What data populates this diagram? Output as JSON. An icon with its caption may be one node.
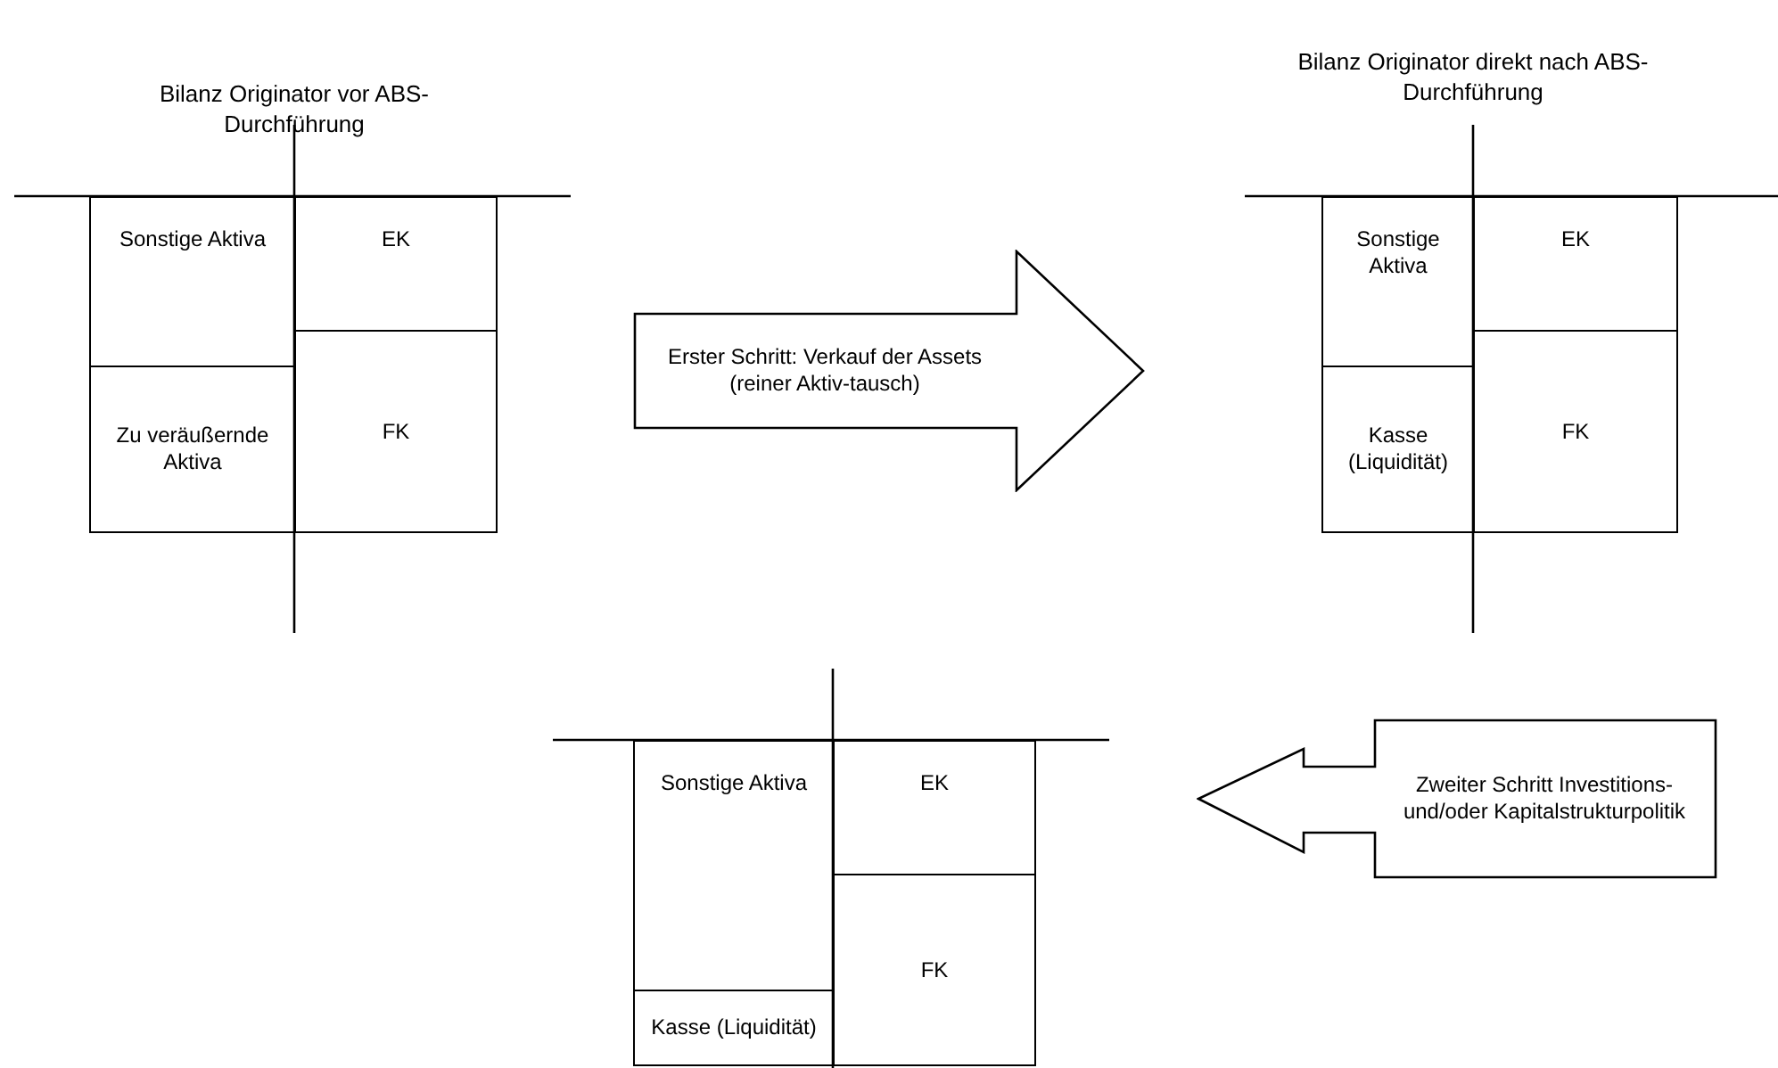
{
  "diagram": {
    "nodes": [
      {
        "text": [
          "Sonstige Aktiva"
        ]
      },
      {
        "text": [
          "Zu veräußernde Aktiva"
        ]
      },
      {
        "text": [
          "EK"
        ]
      },
      {
        "text": [
          "FK"
        ]
      },
      {
        "text": [
          "Erster Schritt: Verkauf der Assets (reiner Aktiv-tausch)"
        ]
      },
      {
        "text": [
          "Sonstige Aktiva"
        ]
      },
      {
        "text": [
          "Kasse (Liquidität)"
        ]
      },
      {
        "text": [
          "EK"
        ]
      },
      {
        "text": [
          "FK"
        ]
      },
      {
        "text": [
          "Sonstige Aktiva"
        ]
      },
      {
        "text": [
          "Kasse (Liquidität)"
        ]
      },
      {
        "text": [
          "EK"
        ]
      },
      {
        "text": [
          "FK"
        ]
      },
      {
        "text": [
          "Zweiter Schritt Investitions- und/oder Kapitalstrukturpolitik"
        ]
      }
    ],
    "labels": [
      "Bilanz Originator vor ABS-Durchführung",
      "Bilanz Originator direkt nach ABS-Durchführung"
    ]
  }
}
